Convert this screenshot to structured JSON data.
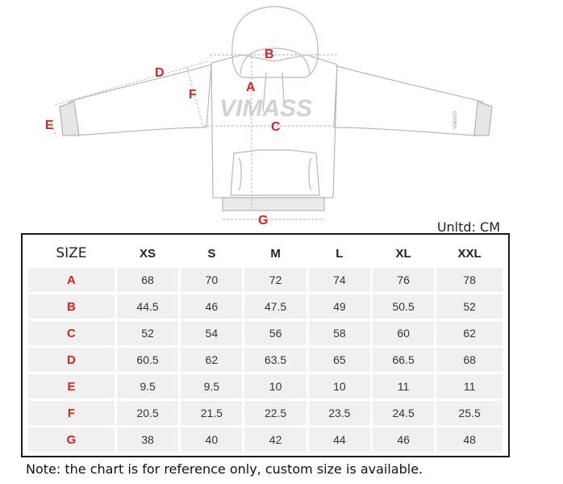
{
  "diagram": {
    "brand_text": "VIMASS",
    "sleeve_text": "VIMASS",
    "labels": {
      "A": "A",
      "B": "B",
      "C": "C",
      "D": "D",
      "E": "E",
      "F": "F",
      "G": "G"
    },
    "label_color": "#d8231c",
    "line_color": "#b0b0b0"
  },
  "unit_label": "Unltd: CM",
  "table": {
    "size_header": "SIZE",
    "sizes": [
      "XS",
      "S",
      "M",
      "L",
      "XL",
      "XXL"
    ],
    "rows": [
      {
        "key": "A",
        "values": [
          "68",
          "70",
          "72",
          "74",
          "76",
          "78"
        ]
      },
      {
        "key": "B",
        "values": [
          "44.5",
          "46",
          "47.5",
          "49",
          "50.5",
          "52"
        ]
      },
      {
        "key": "C",
        "values": [
          "52",
          "54",
          "56",
          "58",
          "60",
          "62"
        ]
      },
      {
        "key": "D",
        "values": [
          "60.5",
          "62",
          "63.5",
          "65",
          "66.5",
          "68"
        ]
      },
      {
        "key": "E",
        "values": [
          "9.5",
          "9.5",
          "10",
          "10",
          "11",
          "11"
        ]
      },
      {
        "key": "F",
        "values": [
          "20.5",
          "21.5",
          "22.5",
          "23.5",
          "24.5",
          "25.5"
        ]
      },
      {
        "key": "G",
        "values": [
          "38",
          "40",
          "42",
          "44",
          "46",
          "48"
        ]
      }
    ]
  },
  "note": "Note: the chart is for reference only, custom size is available."
}
